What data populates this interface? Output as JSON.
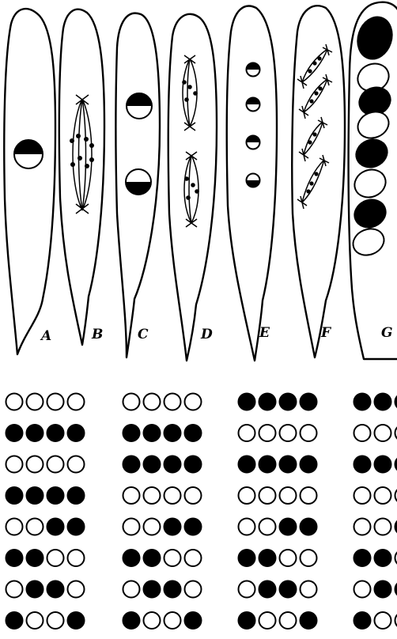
{
  "panels": [
    {
      "label": "A",
      "stage": "single-nucleus"
    },
    {
      "label": "B",
      "stage": "spindle"
    },
    {
      "label": "C",
      "stage": "two-nuclei"
    },
    {
      "label": "D",
      "stage": "two-spindles"
    },
    {
      "label": "E",
      "stage": "four-nuclei"
    },
    {
      "label": "F",
      "stage": "four-spindles"
    },
    {
      "label": "G",
      "stage": "eight-spores"
    }
  ],
  "spore_colors": {
    "dark": "#000000",
    "light": "#ffffff"
  },
  "spore_patterns": {
    "columns": [
      [
        "light",
        "dark",
        "light",
        "dark",
        "light",
        "dark",
        "light",
        "dark"
      ],
      [
        "light",
        "dark",
        "dark",
        "light",
        "light",
        "dark",
        "light",
        "dark"
      ],
      [
        "dark",
        "light",
        "dark",
        "light",
        "light",
        "dark",
        "light",
        "dark"
      ],
      [
        "dark",
        "light",
        "dark",
        "light",
        "light",
        "dark",
        "light",
        "dark"
      ]
    ],
    "rows_per_column": [
      [
        "oooo",
        "xxxx",
        "oooo",
        "xxxx",
        "ooxx",
        "xxoo",
        "oxxo",
        "xoox"
      ],
      [
        "oooo",
        "xxxx",
        "xxxx",
        "oooo",
        "ooxx",
        "xxoo",
        "oxxo",
        "xoox"
      ],
      [
        "xxxx",
        "oooo",
        "xxxx",
        "oooo",
        "ooxx",
        "xxoo",
        "oxxo",
        "xoox"
      ],
      [
        "xxxx",
        "oooo",
        "xxxx",
        "oooo",
        "ooxx",
        "xxoo",
        "oxxo",
        "xoox"
      ]
    ]
  }
}
